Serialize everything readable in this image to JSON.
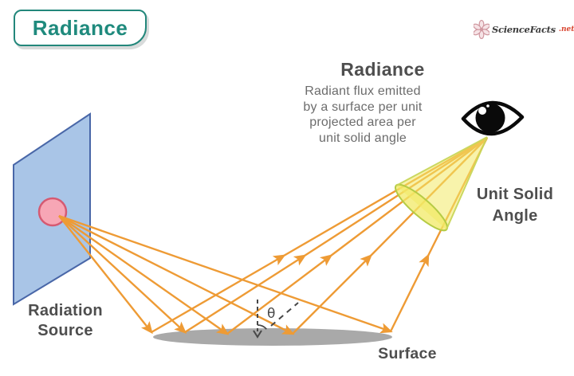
{
  "badge": {
    "label": "Radiance"
  },
  "logo": {
    "brand": "ScienceFacts",
    "suffix": ".net",
    "icon": "flower-icon"
  },
  "radiance_info": {
    "title": "Radiance",
    "description_lines": [
      "Radiant flux emitted",
      "by a surface per unit",
      "projected area per",
      "unit solid angle"
    ]
  },
  "labels": {
    "radiation_source_lines": [
      "Radiation",
      "Source"
    ],
    "unit_solid_angle_lines": [
      "Unit Solid",
      "Angle"
    ],
    "surface": "Surface",
    "theta": "θ"
  },
  "colors": {
    "accent_teal": "#1F8A7D",
    "ray_orange": "#EE9B35",
    "panel_fill": "#A9C5E7",
    "panel_stroke": "#4967A8",
    "source_fill": "#F7A6B5",
    "source_stroke": "#D55A72",
    "surface_gray": "#A9A9A9",
    "cone_fill": "#F2EA66",
    "cone_stroke": "#B5CB45",
    "cone_edge": "#C9D65A",
    "eye_black": "#0A0A0A",
    "dash_gray": "#474747",
    "text_dark": "#4E4E4E",
    "text_gray": "#6C6C6C",
    "logo_red": "#D9442F"
  }
}
